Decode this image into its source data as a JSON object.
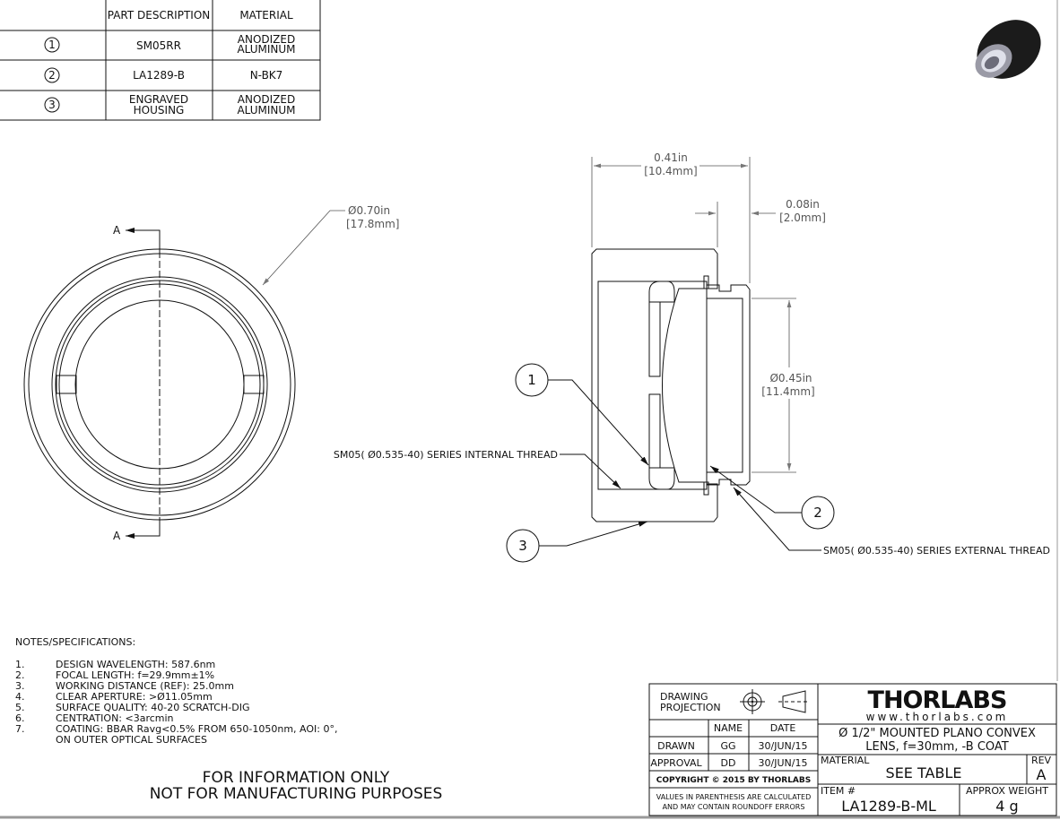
{
  "parts_table": {
    "headers": [
      "",
      "PART DESCRIPTION",
      "MATERIAL"
    ],
    "rows": [
      {
        "num": "1",
        "desc": [
          "SM05RR"
        ],
        "material": [
          "ANODIZED",
          "ALUMINUM"
        ]
      },
      {
        "num": "2",
        "desc": [
          "LA1289-B"
        ],
        "material": [
          "N-BK7"
        ]
      },
      {
        "num": "3",
        "desc": [
          "ENGRAVED",
          "HOUSING"
        ],
        "material": [
          "ANODIZED",
          "ALUMINUM"
        ]
      }
    ]
  },
  "front_view": {
    "section_label": "A",
    "diameter": {
      "in": "Ø0.70in",
      "mm": "[17.8mm]"
    }
  },
  "section_view": {
    "length": {
      "in": "0.41in",
      "mm": "[10.4mm]"
    },
    "thread_length": {
      "in": "0.08in",
      "mm": "[2.0mm]"
    },
    "bore": {
      "in": "Ø0.45in",
      "mm": "[11.4mm]"
    },
    "internal_thread": "SM05( Ø0.535-40) SERIES INTERNAL THREAD",
    "external_thread": "SM05( Ø0.535-40) SERIES EXTERNAL THREAD",
    "callouts": [
      "1",
      "2",
      "3"
    ]
  },
  "notes": {
    "title": "NOTES/SPECIFICATIONS:",
    "items": [
      {
        "n": "1.",
        "text": "DESIGN WAVELENGTH: 587.6nm"
      },
      {
        "n": "2.",
        "text": "FOCAL LENGTH: f=29.9mm±1%"
      },
      {
        "n": "3.",
        "text": "WORKING DISTANCE (REF): 25.0mm"
      },
      {
        "n": "4.",
        "text": "CLEAR APERTURE: >Ø11.05mm"
      },
      {
        "n": "5.",
        "text": "SURFACE QUALITY: 40-20 SCRATCH-DIG"
      },
      {
        "n": "6.",
        "text": "CENTRATION: <3arcmin"
      },
      {
        "n": "7.",
        "text": "COATING: BBAR Ravg<0.5% FROM 650-1050nm, AOI: 0°,"
      },
      {
        "n": "",
        "text": "ON OUTER OPTICAL SURFACES"
      }
    ]
  },
  "disclaimer": [
    "FOR INFORMATION ONLY",
    "NOT FOR MANUFACTURING PURPOSES"
  ],
  "title_block": {
    "projection": [
      "DRAWING",
      "PROJECTION"
    ],
    "name_header": "NAME",
    "date_header": "DATE",
    "drawn": {
      "label": "DRAWN",
      "name": "GG",
      "date": "30/JUN/15"
    },
    "approval": {
      "label": "APPROVAL",
      "name": "DD",
      "date": "30/JUN/15"
    },
    "copyright": "COPYRIGHT © 2015 BY THORLABS",
    "values_note": [
      "VALUES IN PARENTHESIS ARE CALCULATED",
      "AND MAY CONTAIN ROUNDOFF ERRORS"
    ],
    "logo_text": "THORLABS",
    "website": "www.thorlabs.com",
    "title": [
      "Ø 1/2\" MOUNTED PLANO CONVEX",
      "LENS, f=30mm, -B COAT"
    ],
    "material_label": "MATERIAL",
    "material_value": "SEE TABLE",
    "rev_label": "REV",
    "rev_value": "A",
    "item_label": "ITEM #",
    "item_value": "LA1289-B-ML",
    "weight_label": "APPROX WEIGHT",
    "weight_value": "4 g"
  }
}
